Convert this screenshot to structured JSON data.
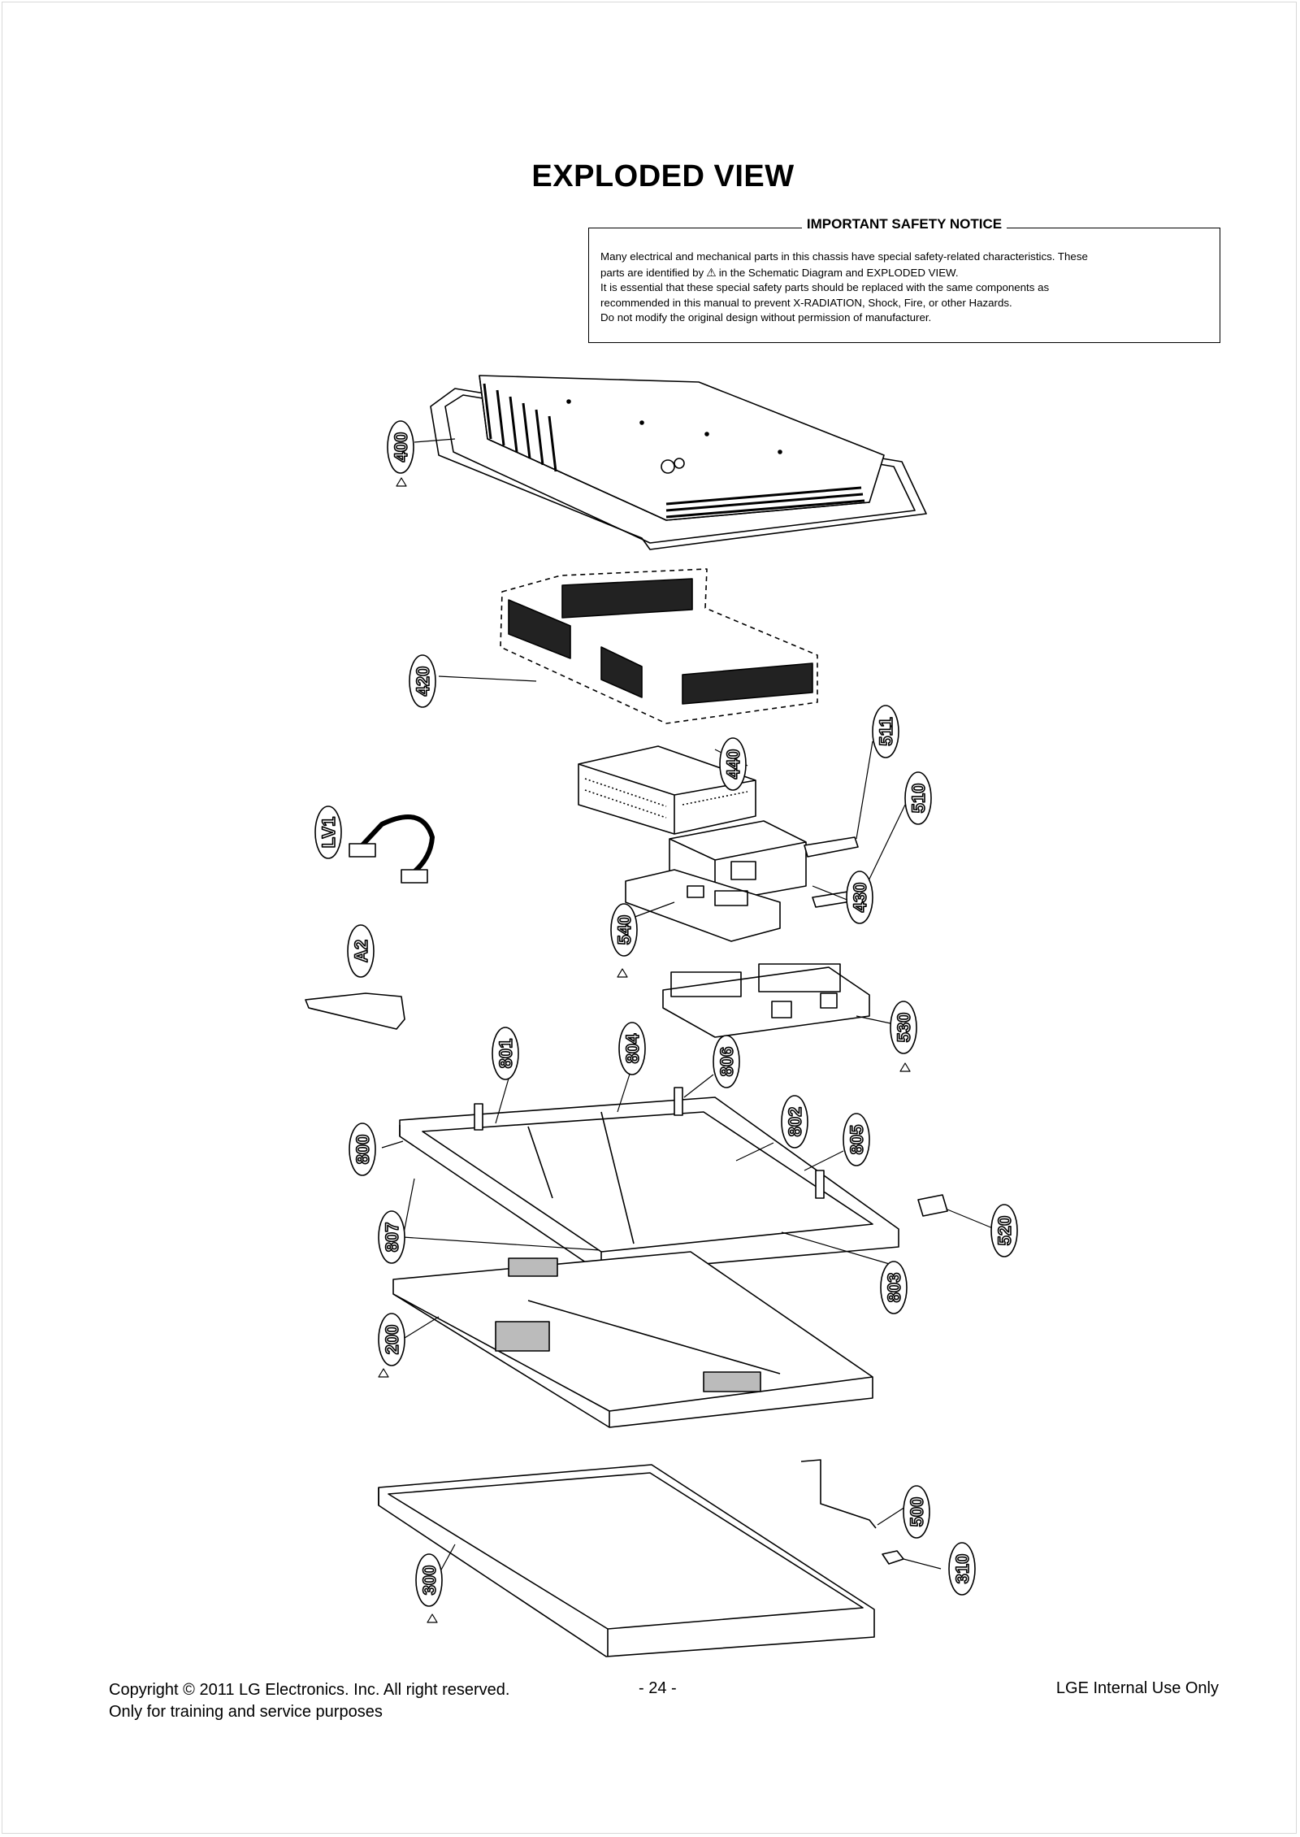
{
  "document": {
    "title": "EXPLODED VIEW",
    "notice": {
      "heading": "IMPORTANT SAFETY NOTICE",
      "line1": "Many electrical and mechanical parts in this chassis have special safety-related characteristics. These",
      "line2a": "parts are identified by",
      "warning_symbol": "⚠",
      "line2b": "in the Schematic Diagram and EXPLODED VIEW.",
      "line3": "It is essential that these special safety parts should be replaced with the same components as",
      "line4": "recommended in this manual to prevent X-RADIATION, Shock, Fire, or other Hazards.",
      "line5": "Do not modify the original design without permission of manufacturer."
    },
    "callouts": {
      "c400": "400",
      "c420": "420",
      "c440": "440",
      "c511": "511",
      "c510": "510",
      "cLV1": "LV1",
      "c430": "430",
      "c540": "540",
      "cA2": "A2",
      "c530": "530",
      "c801": "801",
      "c804": "804",
      "c806": "806",
      "c802": "802",
      "c805": "805",
      "c800": "800",
      "c807": "807",
      "c803": "803",
      "c520": "520",
      "c200": "200",
      "c500": "500",
      "c310": "310",
      "c300": "300"
    },
    "footer": {
      "copyright": "Copyright  © 2011 LG Electronics. Inc. All right reserved.",
      "purpose": "Only for training and service purposes",
      "page_number": "- 24 -",
      "internal": "LGE Internal Use Only"
    }
  }
}
